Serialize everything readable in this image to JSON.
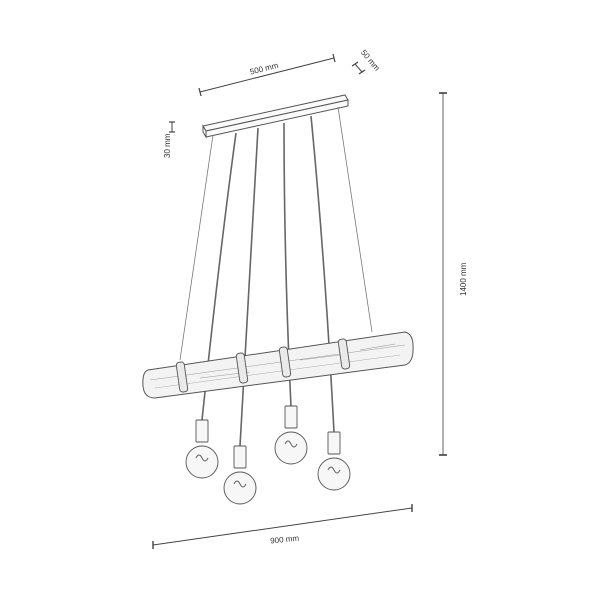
{
  "diagram": {
    "subject": "Pendant lamp with wooden beam and four hanging bulbs",
    "dimensions": {
      "canopy_length": "500 mm",
      "canopy_depth": "50 mm",
      "canopy_height": "30 mm",
      "total_height": "1400 mm",
      "beam_length": "900 mm"
    },
    "parts": {
      "canopy": "ceiling-canopy",
      "beam": "wooden-beam",
      "bulb_count": 4,
      "cable_count": 4,
      "support_wire_count": 2
    },
    "colors": {
      "line": "#555555",
      "dimension_line": "#444444",
      "wood_fill": "#f3f3f3",
      "background": "#ffffff"
    }
  }
}
